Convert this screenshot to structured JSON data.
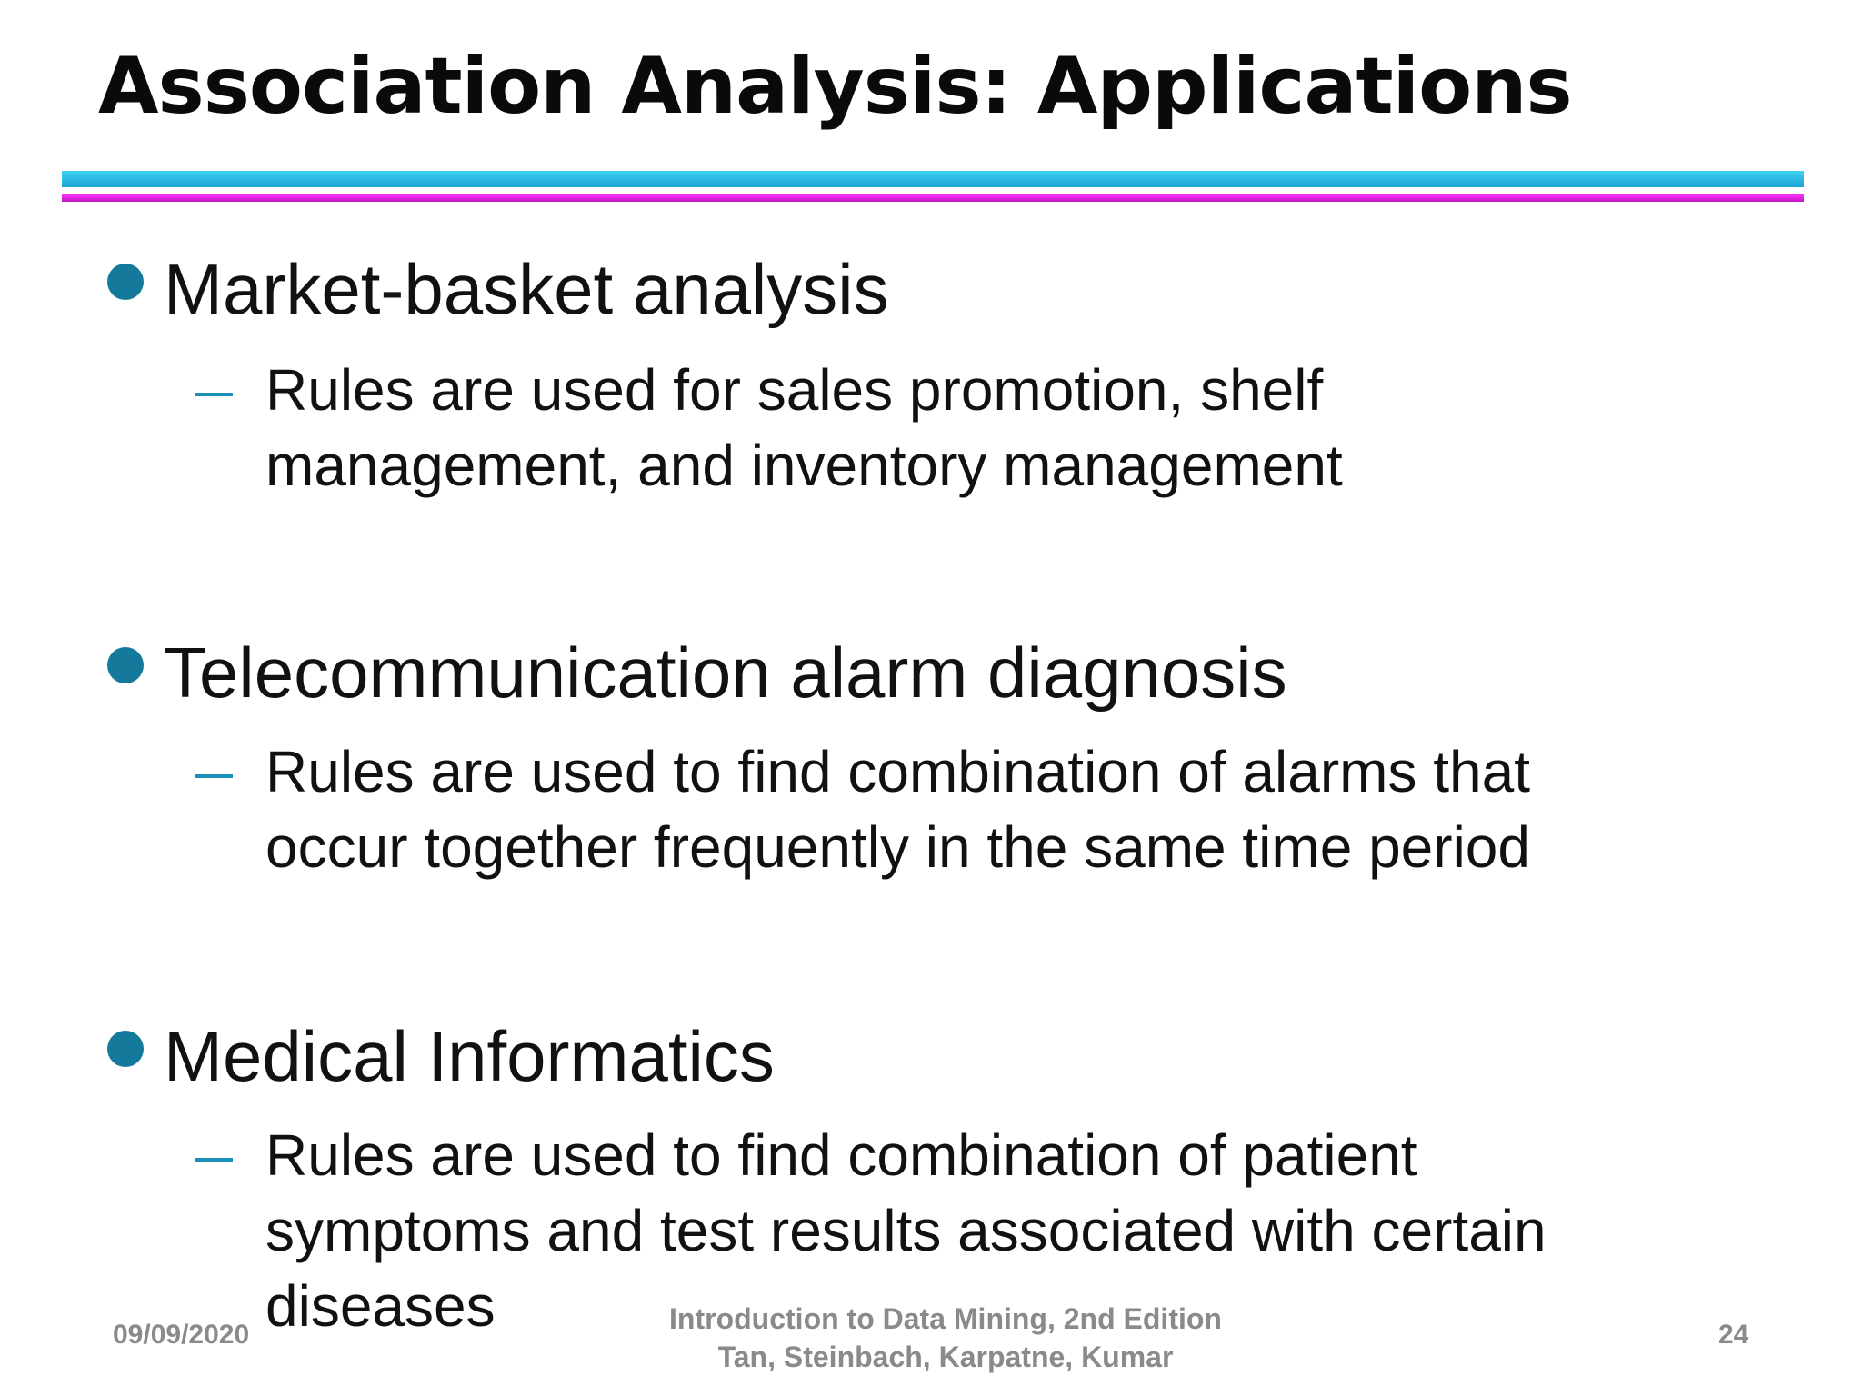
{
  "slide": {
    "title": "Association Analysis: Applications",
    "bullets": [
      {
        "text": "Market-basket analysis",
        "sub_lines": [
          "Rules are used for sales promotion, shelf",
          "management, and inventory management"
        ]
      },
      {
        "text": "Telecommunication alarm diagnosis",
        "sub_lines": [
          "Rules are used to find combination of alarms that",
          "occur together frequently in the same time period"
        ]
      },
      {
        "text": "Medical Informatics",
        "sub_lines": [
          "Rules are used to find combination of patient",
          "symptoms and test results associated with certain",
          "diseases"
        ]
      }
    ]
  },
  "footer": {
    "date": "09/09/2020",
    "book_line1": "Introduction to Data Mining, 2nd Edition",
    "book_line2": "Tan, Steinbach, Karpatne, Kumar",
    "page_number": "24"
  },
  "colors": {
    "bullet": "#15799c",
    "rule_top": "#1aa6d6",
    "rule_bottom": "#c015c0",
    "footer_text": "#8a8a8a"
  }
}
